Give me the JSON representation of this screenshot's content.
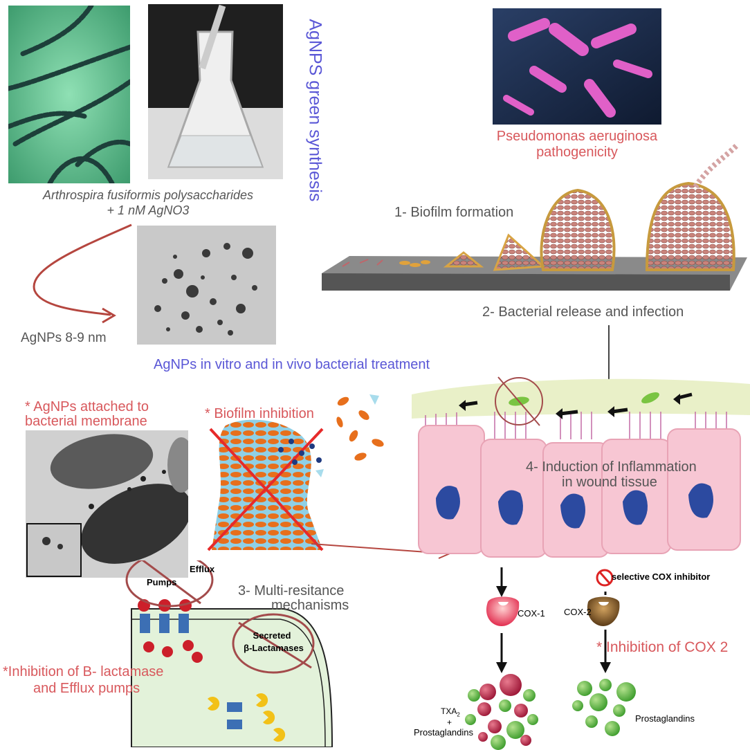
{
  "synthesis": {
    "title": "AgNPS green synthesis",
    "caption_line1": "Arthrospira fusiformis polysaccharides",
    "caption_line2": "+ 1 nM AgNO3",
    "size_label": "AgNPs 8-9 nm"
  },
  "pathogen": {
    "title_line1": "Pseudomonas aeruginosa",
    "title_line2": "pathogenicity",
    "step1": "1- Biofilm formation",
    "step2": "2- Bacterial release and infection",
    "step4_line1": "4- Induction of Inflammation",
    "step4_line2": "in wound tissue"
  },
  "treatment": {
    "title": "AgNPs in vitro and in vivo bacterial treatment",
    "attached_line1": "* AgNPs attached to",
    "attached_line2": "bacterial membrane",
    "biofilm_inhibition": "* Biofilm inhibition"
  },
  "resistance": {
    "title_line1": "3- Multi-resitance",
    "title_line2": "mechanisms",
    "pumps": "Pumps",
    "efflux": "Efflux",
    "secreted_line1": "Secreted",
    "secreted_line2": "β-Lactamases",
    "inhibition_line1": "*Inhibition of B- lactamase",
    "inhibition_line2": "and Efflux pumps"
  },
  "cox": {
    "inhibitor": "selective COX inhibitor",
    "cox1": "COX-1",
    "cox2": "COX-2",
    "inhibition_cox2": "* Inhibition of COX 2",
    "txa2": "TXA",
    "txa2_sub": "2",
    "plus": "+",
    "prostaglandins_left": "Prostaglandins",
    "prostaglandins_right": "Prostaglandins"
  },
  "colors": {
    "red_text": "#d8585c",
    "blue_text": "#5a57d6",
    "grey_text": "#555555",
    "arrow_red": "#b5463f"
  }
}
